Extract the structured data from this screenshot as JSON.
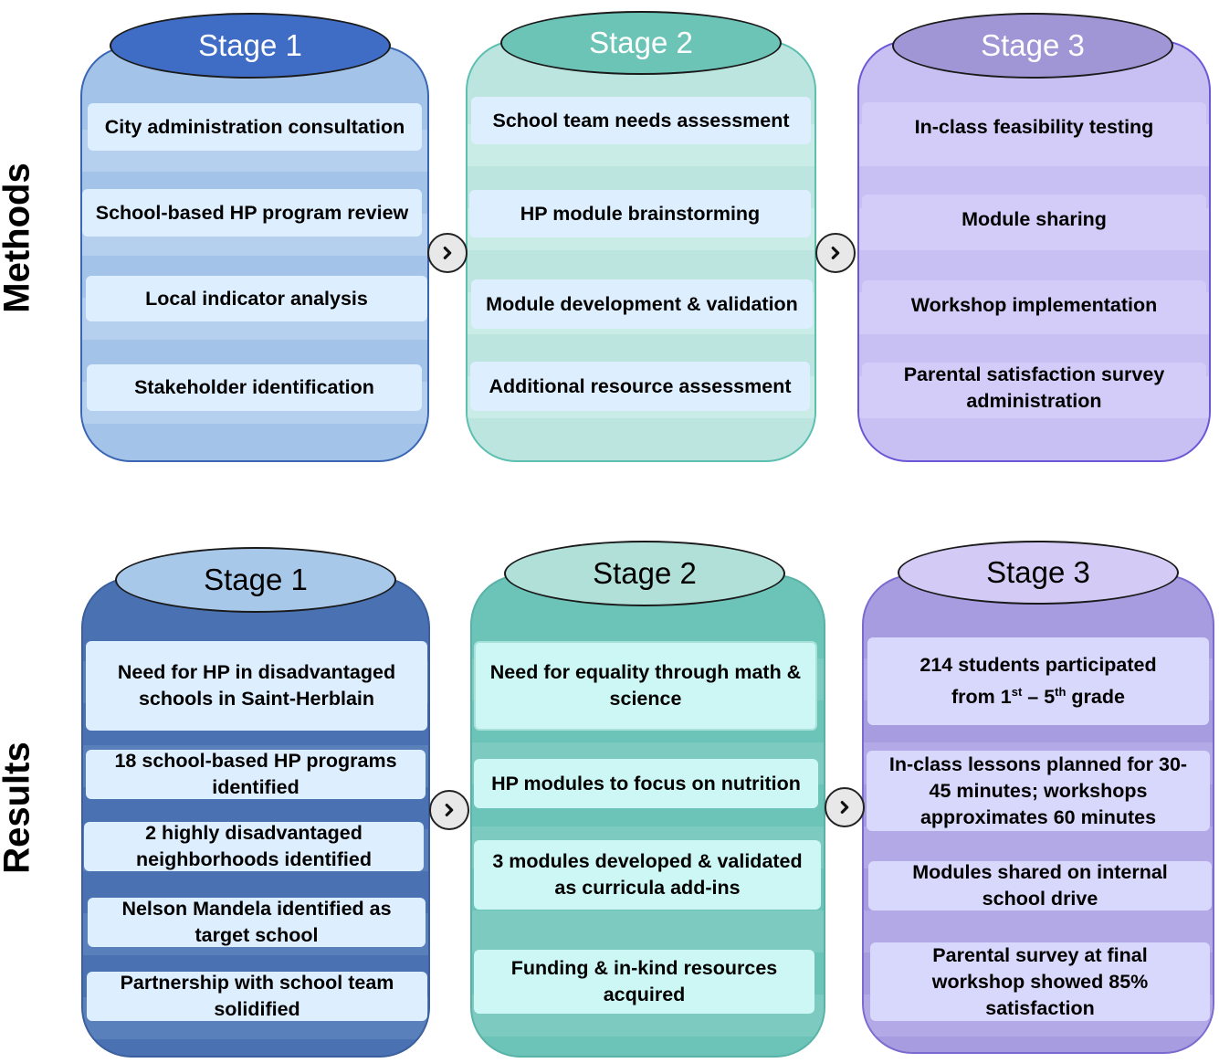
{
  "rows": {
    "methods_label": "Methods",
    "results_label": "Results"
  },
  "methods": {
    "stage1": {
      "title": "Stage 1",
      "items": [
        "City administration consultation",
        "School-based HP program review",
        "Local indicator analysis",
        "Stakeholder identification"
      ]
    },
    "stage2": {
      "title": "Stage 2",
      "items": [
        "School team needs assessment",
        "HP module brainstorming",
        "Module development & validation",
        "Additional resource assessment"
      ]
    },
    "stage3": {
      "title": "Stage 3",
      "items": [
        "In-class feasibility testing",
        "Module sharing",
        "Workshop implementation",
        "Parental satisfaction survey administration"
      ]
    }
  },
  "results": {
    "stage1": {
      "title": "Stage 1",
      "items": [
        "Need for HP in disadvantaged schools in Saint-Herblain",
        "18 school-based HP programs identified",
        "2 highly disadvantaged neighborhoods identified",
        "Nelson Mandela identified as target school",
        "Partnership with school team solidified"
      ]
    },
    "stage2": {
      "title": "Stage 2",
      "items": [
        "Need for equality through math & science",
        "HP modules to focus on nutrition",
        "3 modules developed & validated as curricula add-ins",
        "Funding & in-kind resources acquired"
      ]
    },
    "stage3": {
      "title": "Stage 3",
      "items": [
        "214 students participated",
        "from 1",
        "st",
        " – 5",
        "th",
        " grade",
        "In-class lessons planned for 30-45 minutes; workshops approximates 60 minutes",
        "Modules shared on internal school drive",
        "Parental survey at final workshop showed 85% satisfaction"
      ]
    }
  },
  "icons": {
    "arrow": "chevron-right-icon"
  },
  "colors": {
    "m1_fill": "#a3c4e8",
    "m1_stripe": "#b4d0ee",
    "m1_border": "#3a66b4",
    "m1_oval": "#3f6cc4",
    "m2_fill": "#bde5e0",
    "m2_stripe": "#c9ece7",
    "m2_border": "#5cbfb0",
    "m2_oval": "#6cc4b7",
    "m3_fill": "#c8c0f3",
    "m3_stripe": "#d3ccf8",
    "m3_border": "#6e57d6",
    "m3_oval": "#a096d6",
    "r1_fill": "#4a72b2",
    "r1_stripe": "#5a80bc",
    "r1_oval": "#a8c8ea",
    "r2_fill": "#6cc4b9",
    "r2_stripe": "#7ccac0",
    "r2_oval": "#b0e0d8",
    "r3_fill": "#a79ce0",
    "r3_stripe": "#b3a9e6",
    "r3_oval": "#d3cbf5",
    "box_light": "#ddeeff",
    "box_teal": "#ccf7f4",
    "box_lavender": "#d8d7fc"
  }
}
